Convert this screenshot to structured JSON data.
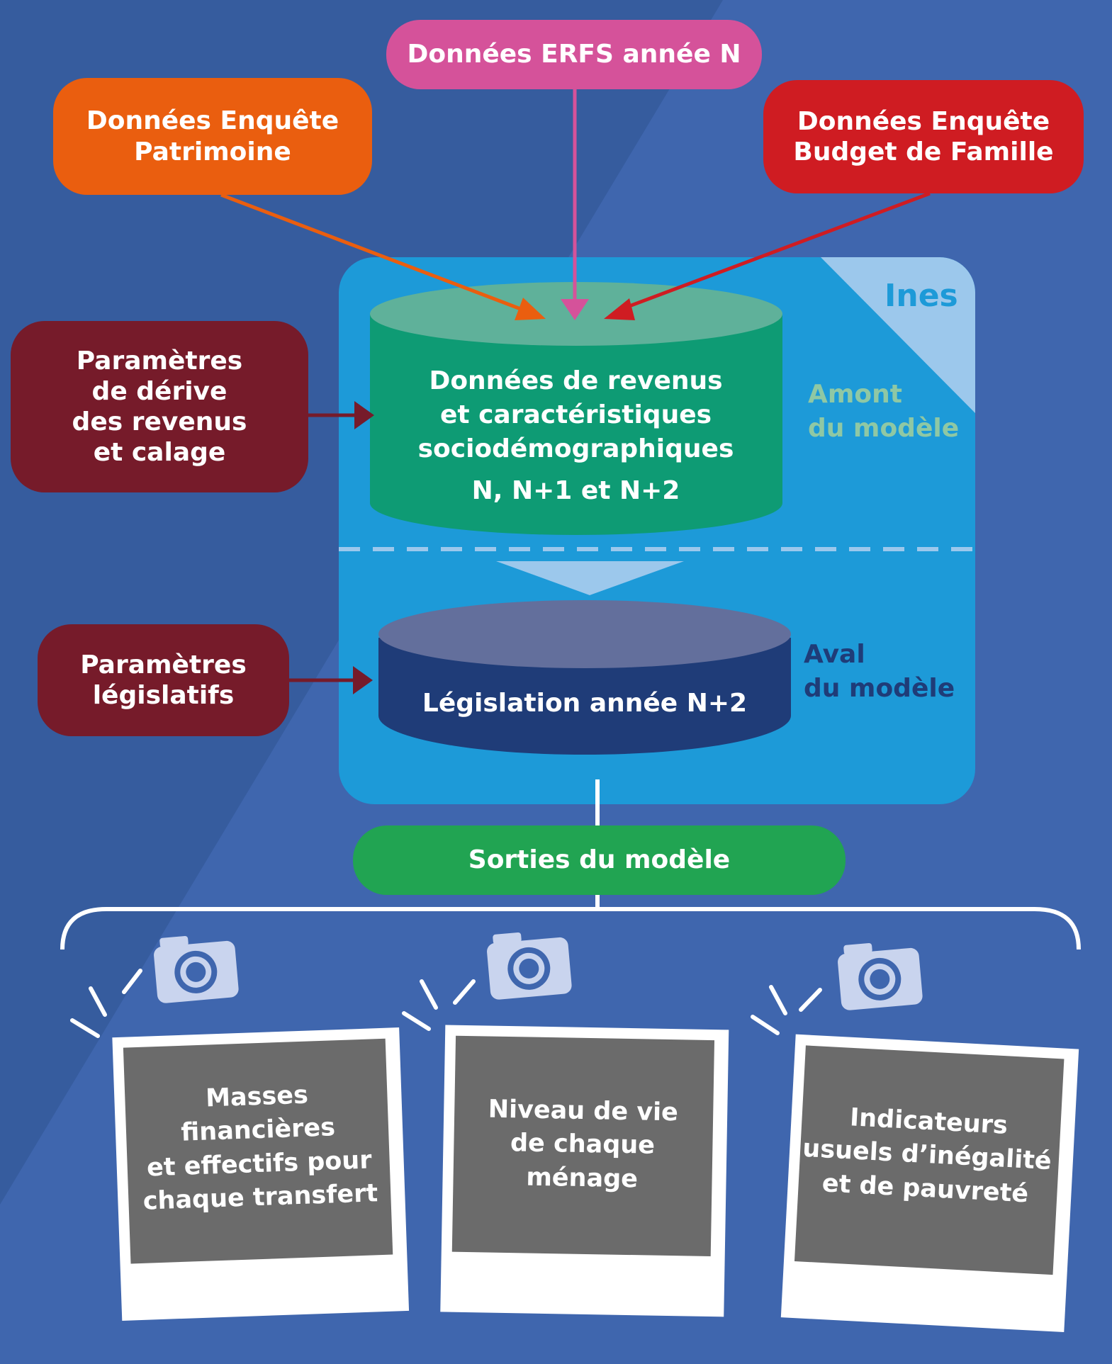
{
  "sources": {
    "patrimoine": "Données Enquête\nPatrimoine",
    "erfs": "Données ERFS année N",
    "budget": "Données Enquête\nBudget de Famille"
  },
  "parameters": {
    "derive": "Paramètres\nde dérive\ndes revenus\net calage",
    "legislatifs": "Paramètres\nlégislatifs"
  },
  "model": {
    "name": "Ines",
    "upstream_label": "Amont\ndu modèle",
    "downstream_label": "Aval\ndu modèle",
    "data_cylinder": "Données de revenus\net caractéristiques\nsociodémographiques",
    "data_years": "N, N+1 et N+2",
    "legislation_cylinder": "Législation année N+2"
  },
  "outputs": {
    "label": "Sorties du modèle",
    "items": [
      "Masses\nfinancières\net effectifs pour\nchaque transfert",
      "Niveau de vie\nde chaque\nménage",
      "Indicateurs\nusuels d’inégalité\net de pauvreté"
    ]
  },
  "colors": {
    "background": "#3b63a8",
    "ines_panel": "#1d9ad8",
    "data_cylinder": "#0e9b74",
    "legislation_cylinder": "#1f3c78",
    "patrimoine": "#ea5e0f",
    "erfs": "#d5529a",
    "budget": "#cf1c22",
    "parameters": "#761b2a",
    "outputs": "#21a452"
  }
}
